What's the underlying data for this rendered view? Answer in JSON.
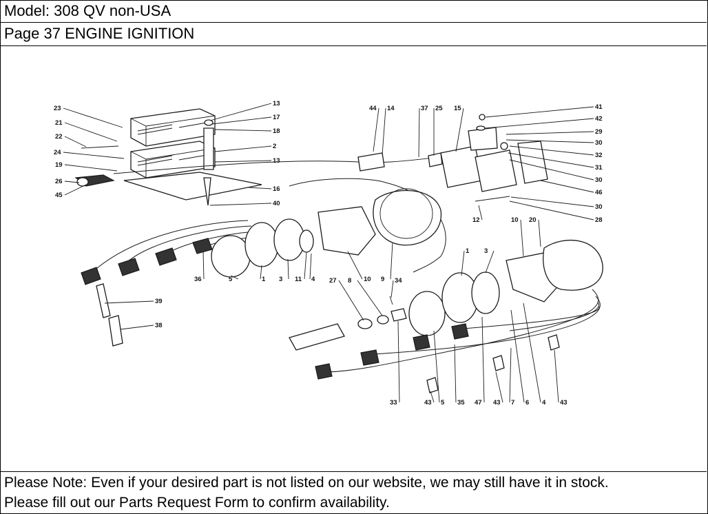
{
  "header": {
    "model": "Model: 308 QV non-USA",
    "page": "Page 37  ENGINE IGNITION"
  },
  "note": {
    "line1": "Please Note: Even if your desired part is not listed on our website, we may still have it in stock.",
    "line2": "Please fill out our Parts Request Form to confirm availability."
  },
  "diagram": {
    "labels": [
      "23",
      "21",
      "22",
      "24",
      "19",
      "26",
      "45",
      "13",
      "17",
      "18",
      "2",
      "13",
      "16",
      "40",
      "44",
      "14",
      "37",
      "25",
      "15",
      "41",
      "42",
      "29",
      "30",
      "32",
      "31",
      "30",
      "46",
      "30",
      "28",
      "12",
      "36",
      "5",
      "1",
      "3",
      "11",
      "4",
      "10",
      "9",
      "39",
      "38",
      "27",
      "8",
      "34",
      "33",
      "1",
      "3",
      "10",
      "20",
      "5",
      "35",
      "47",
      "43",
      "7",
      "6",
      "4",
      "43",
      "43"
    ]
  }
}
